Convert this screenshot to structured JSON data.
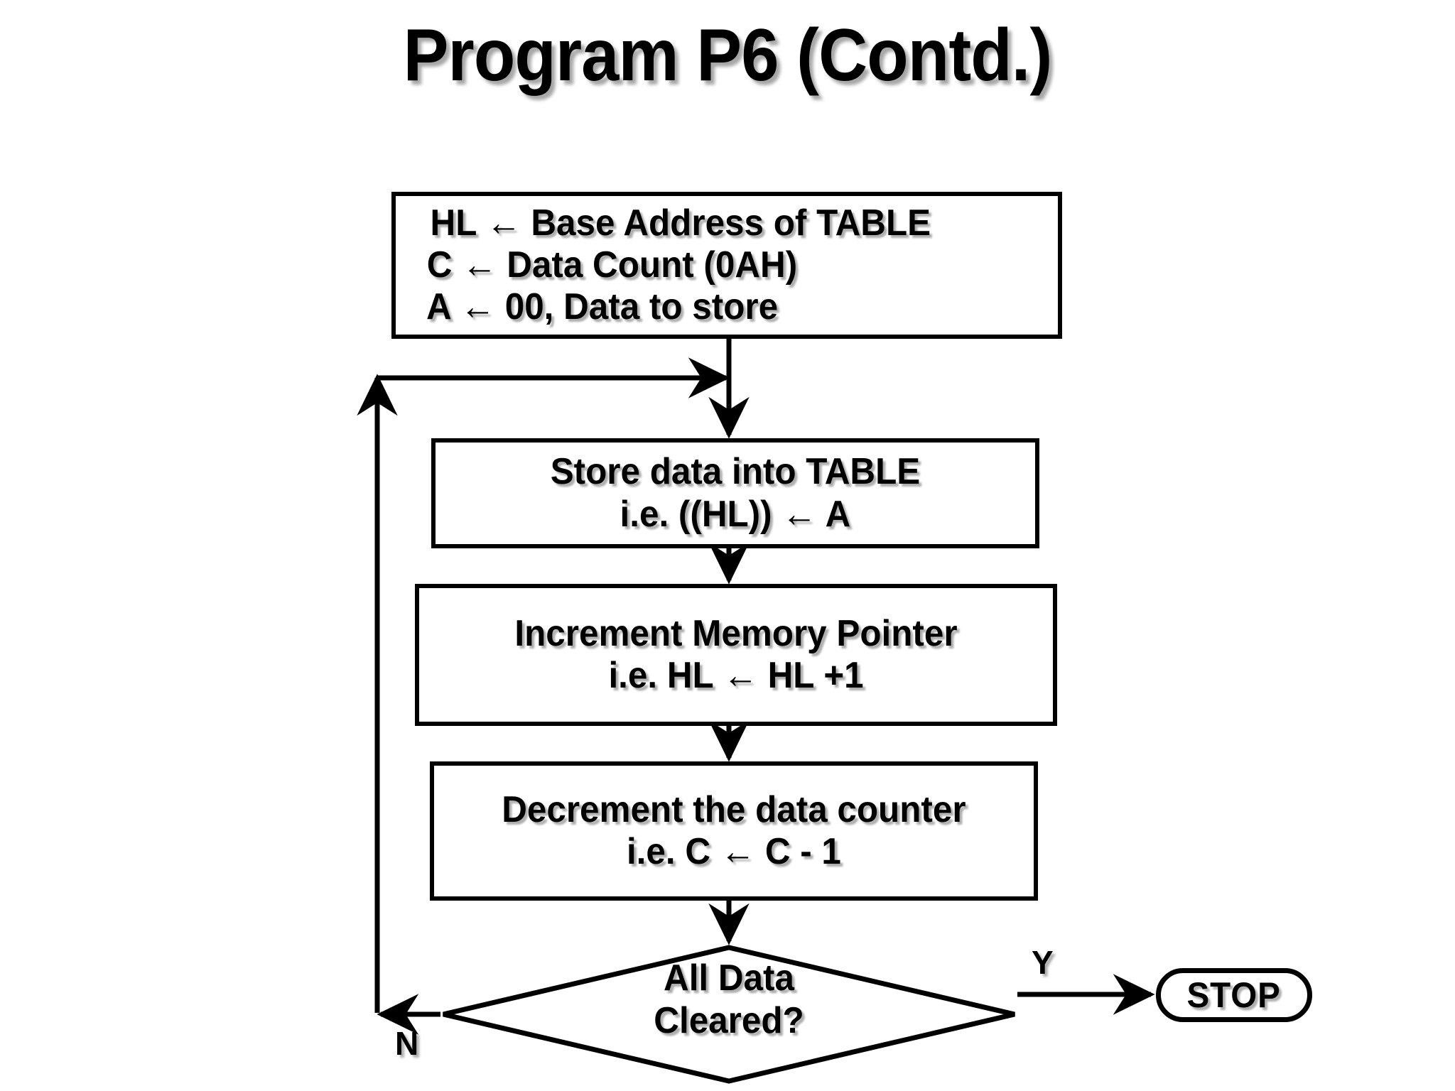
{
  "slide": {
    "title": "Program P6 (Contd.)",
    "background_color": "#ffffff",
    "ink_color": "#000000"
  },
  "flowchart": {
    "nodes": [
      {
        "id": "init",
        "type": "process",
        "lines": [
          "HL ← Base Address of TABLE",
          "C ← Data Count (0AH)",
          "A ← 00, Data to store"
        ]
      },
      {
        "id": "store",
        "type": "process",
        "lines": [
          "Store data into TABLE",
          "i.e. ((HL)) ← A"
        ]
      },
      {
        "id": "increment",
        "type": "process",
        "lines": [
          "Increment Memory Pointer",
          "i.e. HL ← HL +1"
        ]
      },
      {
        "id": "decrement",
        "type": "process",
        "lines": [
          "Decrement the data counter",
          "i.e. C ← C - 1"
        ]
      },
      {
        "id": "decision",
        "type": "decision",
        "lines": [
          "All Data",
          "Cleared?"
        ]
      },
      {
        "id": "stop",
        "type": "terminator",
        "lines": [
          "STOP"
        ]
      }
    ],
    "edge_labels": {
      "yes": "Y",
      "no": "N"
    }
  }
}
